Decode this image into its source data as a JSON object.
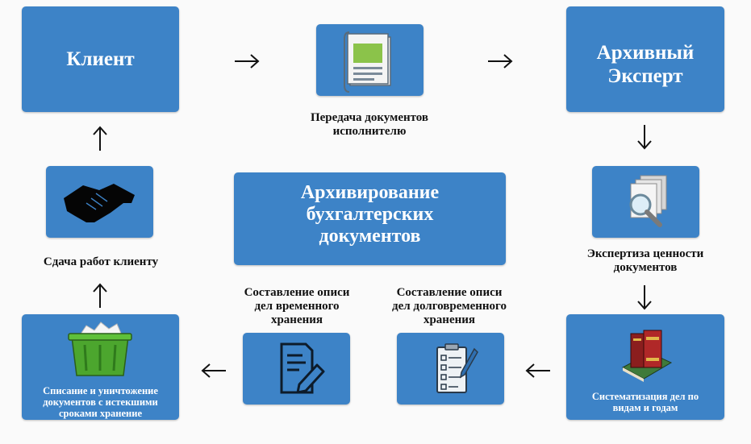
{
  "nodes": {
    "client": {
      "title": "Клиент"
    },
    "transfer": {
      "caption_line1": "Передача документов",
      "caption_line2": "исполнителю",
      "icon": "document-icon"
    },
    "archive_expert": {
      "title_line1": "Архивный",
      "title_line2": "Эксперт"
    },
    "expertise": {
      "caption_line1": "Экспертиза ценности",
      "caption_line2": "документов",
      "icon": "magnifier-documents-icon"
    },
    "center": {
      "title_line1": "Архивирование",
      "title_line2": "бухгалтерских",
      "title_line3": "документов"
    },
    "handover": {
      "caption": "Сдача работ клиенту",
      "icon": "handshake-icon"
    },
    "temp_inventory": {
      "caption_line1": "Составление описи",
      "caption_line2": "дел временного",
      "caption_line3": "хранения",
      "icon": "edit-document-icon"
    },
    "long_inventory": {
      "caption_line1": "Составление описи",
      "caption_line2": "дел долговременного",
      "caption_line3": "хранения",
      "icon": "checklist-icon"
    },
    "systematization": {
      "caption_line1": "Систематизация дел по",
      "caption_line2": "видам и годам",
      "icon": "books-icon"
    },
    "disposal": {
      "caption_line1": "Списание и уничтожение",
      "caption_line2": "документов с истекшими",
      "caption_line3": "сроками хранение",
      "icon": "trash-bin-icon"
    }
  },
  "arrows": [
    "→",
    "→",
    "↓",
    "↓",
    "←",
    "←",
    "↑",
    "↑"
  ],
  "colors": {
    "box": "#3d83c7",
    "text_light": "#ffffff",
    "text_dark": "#111111",
    "background": "#fafafa"
  }
}
